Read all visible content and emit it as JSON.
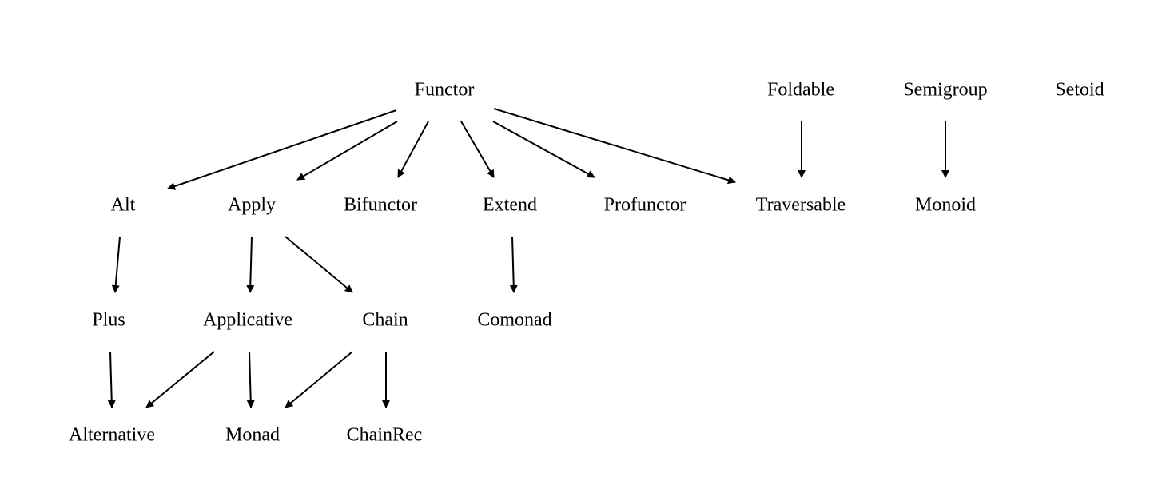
{
  "nodes": [
    {
      "id": "functor",
      "label": "Functor"
    },
    {
      "id": "foldable",
      "label": "Foldable"
    },
    {
      "id": "semigroup",
      "label": "Semigroup"
    },
    {
      "id": "setoid",
      "label": "Setoid"
    },
    {
      "id": "alt",
      "label": "Alt"
    },
    {
      "id": "apply",
      "label": "Apply"
    },
    {
      "id": "bifunctor",
      "label": "Bifunctor"
    },
    {
      "id": "extend",
      "label": "Extend"
    },
    {
      "id": "profunctor",
      "label": "Profunctor"
    },
    {
      "id": "traversable",
      "label": "Traversable"
    },
    {
      "id": "monoid",
      "label": "Monoid"
    },
    {
      "id": "plus",
      "label": "Plus"
    },
    {
      "id": "applicative",
      "label": "Applicative"
    },
    {
      "id": "chain",
      "label": "Chain"
    },
    {
      "id": "comonad",
      "label": "Comonad"
    },
    {
      "id": "alternative",
      "label": "Alternative"
    },
    {
      "id": "monad",
      "label": "Monad"
    },
    {
      "id": "chainrec",
      "label": "ChainRec"
    }
  ],
  "edges": [
    {
      "from": "functor",
      "to": "alt"
    },
    {
      "from": "functor",
      "to": "apply"
    },
    {
      "from": "functor",
      "to": "bifunctor"
    },
    {
      "from": "functor",
      "to": "extend"
    },
    {
      "from": "functor",
      "to": "profunctor"
    },
    {
      "from": "functor",
      "to": "traversable"
    },
    {
      "from": "foldable",
      "to": "traversable"
    },
    {
      "from": "semigroup",
      "to": "monoid"
    },
    {
      "from": "alt",
      "to": "plus"
    },
    {
      "from": "apply",
      "to": "applicative"
    },
    {
      "from": "apply",
      "to": "chain"
    },
    {
      "from": "extend",
      "to": "comonad"
    },
    {
      "from": "plus",
      "to": "alternative"
    },
    {
      "from": "applicative",
      "to": "alternative"
    },
    {
      "from": "applicative",
      "to": "monad"
    },
    {
      "from": "chain",
      "to": "monad"
    },
    {
      "from": "chain",
      "to": "chainrec"
    }
  ]
}
